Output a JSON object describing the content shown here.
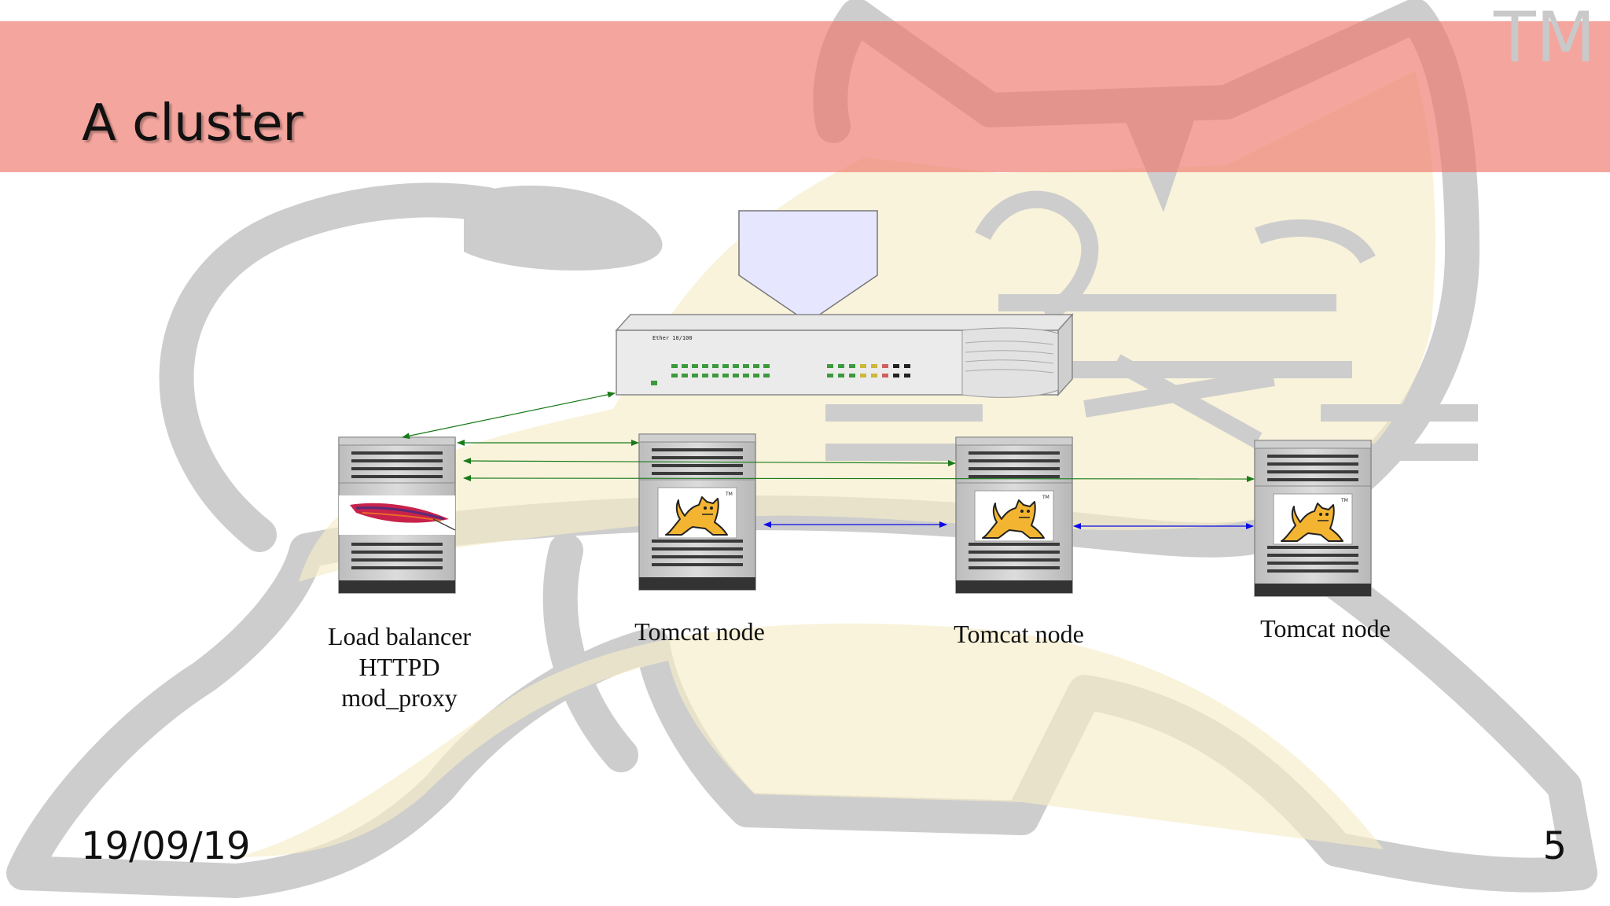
{
  "slide": {
    "title": "A cluster",
    "date": "19/09/19",
    "page_number": "5",
    "watermark_tm": "TM"
  },
  "diagram": {
    "switch": {
      "label": "Ether 10/100"
    },
    "nodes": [
      {
        "id": "load-balancer",
        "lines": [
          "Load balancer",
          "HTTPD",
          "mod_proxy"
        ],
        "logo": "apache-feather-icon"
      },
      {
        "id": "tomcat-1",
        "lines": [
          "Tomcat node"
        ],
        "logo": "tomcat-cat-icon"
      },
      {
        "id": "tomcat-2",
        "lines": [
          "Tomcat node"
        ],
        "logo": "tomcat-cat-icon"
      },
      {
        "id": "tomcat-3",
        "lines": [
          "Tomcat node"
        ],
        "logo": "tomcat-cat-icon"
      }
    ],
    "links": [
      {
        "from": "load-balancer",
        "to": "switch",
        "type": "network",
        "color": "#1a7a1a"
      },
      {
        "from": "load-balancer",
        "to": "tomcat-1",
        "type": "proxy",
        "color": "#1a7a1a"
      },
      {
        "from": "load-balancer",
        "to": "tomcat-2",
        "type": "proxy",
        "color": "#1a7a1a"
      },
      {
        "from": "load-balancer",
        "to": "tomcat-3",
        "type": "proxy",
        "color": "#1a7a1a"
      },
      {
        "from": "tomcat-1",
        "to": "tomcat-2",
        "type": "replication",
        "color": "#0a0ae6"
      },
      {
        "from": "tomcat-2",
        "to": "tomcat-3",
        "type": "replication",
        "color": "#0a0ae6"
      }
    ]
  },
  "colors": {
    "title_bar": "#f0a098",
    "proxy_link": "#1a7a1a",
    "replication_link": "#0a0ae6",
    "cloud_box": "#e6e6ff"
  }
}
